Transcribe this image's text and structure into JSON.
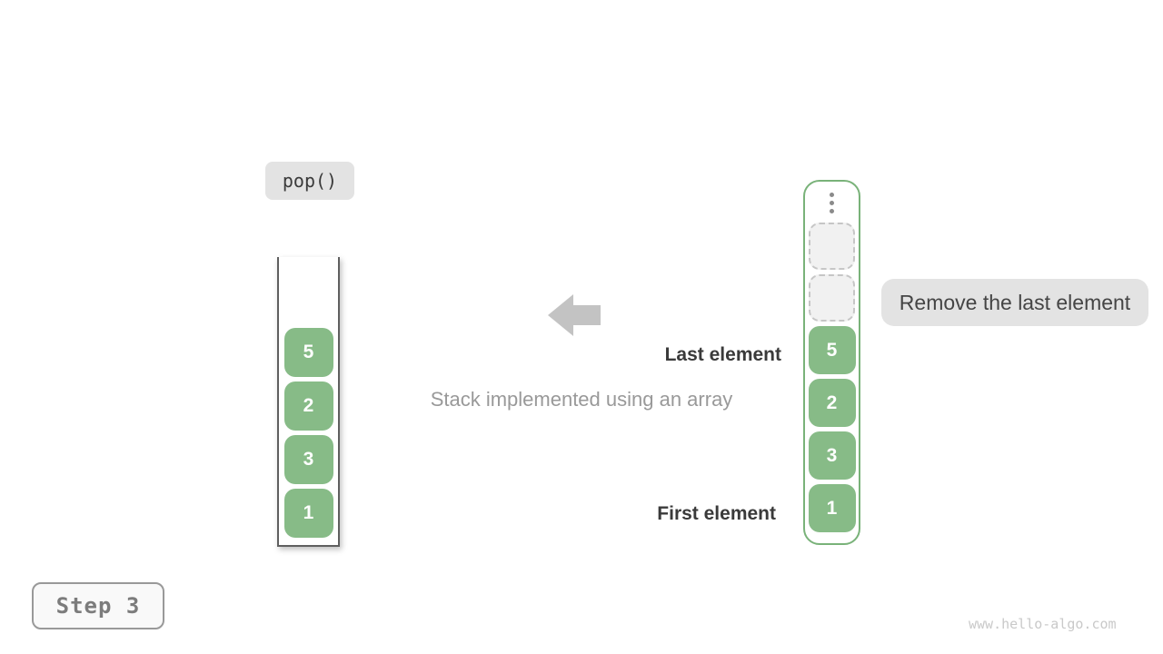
{
  "colors": {
    "element_green": "#87BB87",
    "container_green": "#79B279",
    "stack_border": "#5F5F5F",
    "label_bg": "#E3E3E3",
    "dark_text": "#3A3A3A",
    "gray_text": "#999999",
    "arrow_gray": "#C3C3C3",
    "slot_bg": "#F1F1F1",
    "slot_border": "#C6C6C6",
    "step_border": "#999999",
    "step_text": "#7C7C7C",
    "watermark_text": "#C9C9C9"
  },
  "operation": {
    "label": "pop()"
  },
  "left_stack": {
    "values": [
      "5",
      "2",
      "3",
      "1"
    ]
  },
  "right_stack": {
    "ellipsis": "vertical-dots",
    "empty_slot_count": 2,
    "values": [
      "5",
      "2",
      "3",
      "1"
    ]
  },
  "annotations": {
    "last": "Last element",
    "first": "First element",
    "caption": "Stack implemented using an array",
    "tooltip": "Remove the last element"
  },
  "footer": {
    "step": "Step 3",
    "watermark": "www.hello-algo.com"
  }
}
